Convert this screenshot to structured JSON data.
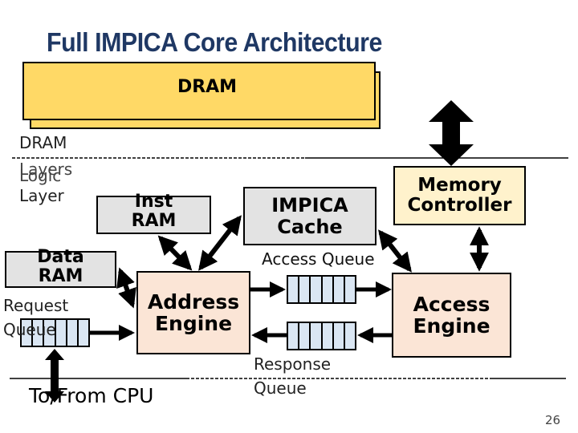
{
  "slide": {
    "title": "Full IMPICA Core Architecture",
    "page_number": "26"
  },
  "layers": {
    "dram_layers_line1": "DRAM",
    "dram_layers_line2": "Layers",
    "logic_layer_line1": "Logic",
    "logic_layer_line2": "Layer"
  },
  "components": {
    "dram": "DRAM",
    "inst_ram_line1": "Inst",
    "inst_ram_line2": "RAM",
    "data_ram_line1": "Data",
    "data_ram_line2": "RAM",
    "impica_cache_line1": "IMPICA",
    "impica_cache_line2": "Cache",
    "memory_controller_line1": "Memory",
    "memory_controller_line2": "Controller",
    "address_engine_line1": "Address",
    "address_engine_line2": "Engine",
    "access_engine_line1": "Access",
    "access_engine_line2": "Engine"
  },
  "labels": {
    "request_queue_line1": "Request",
    "request_queue_line2": "Queue",
    "access_queue": "Access Queue",
    "response_queue_line1": "Response",
    "response_queue_line2": "Queue",
    "cpu": "To/From CPU"
  },
  "colors": {
    "title": "#1f3864",
    "dram": "#ffd966",
    "ram_box": "#e3e3e3",
    "engine_box": "#fbe5d6",
    "memory_controller": "#fff2cc",
    "queue": "#dae6f3"
  }
}
